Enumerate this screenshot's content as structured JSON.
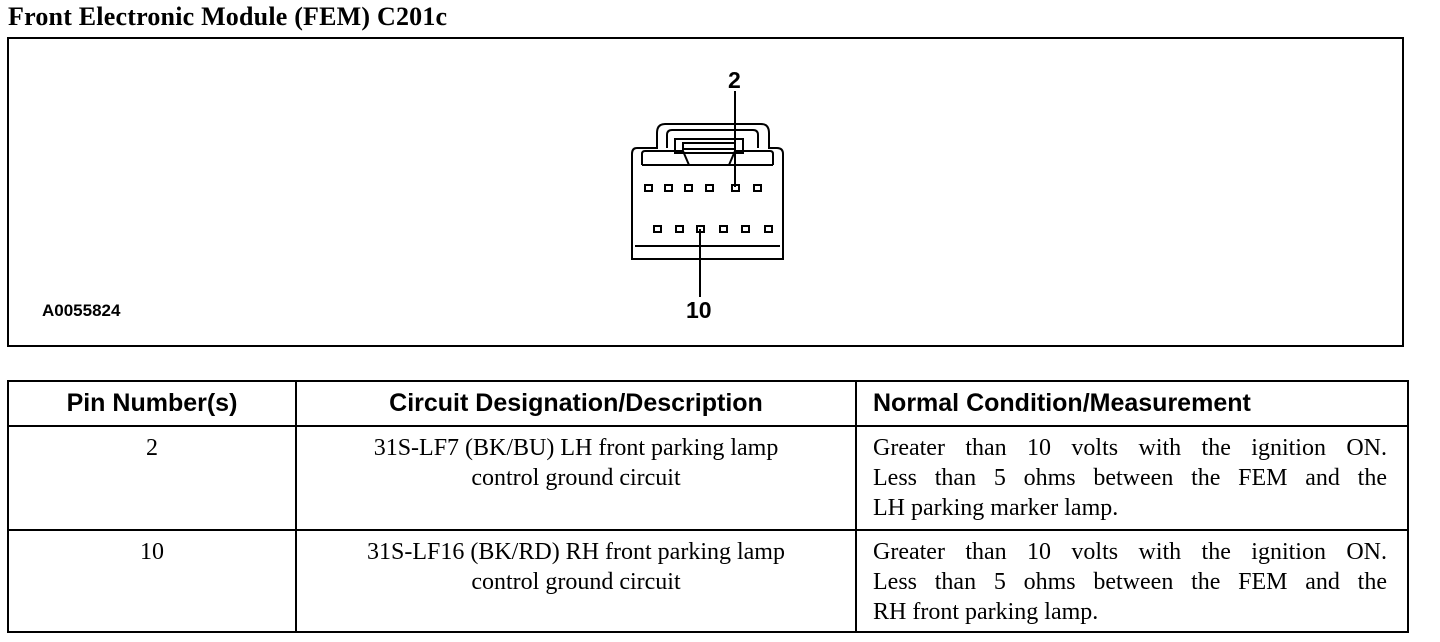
{
  "page_title": "Front Electronic Module (FEM) C201c",
  "diagram": {
    "figure_id": "A0055824",
    "pin_top_label": "2",
    "pin_bottom_label": "10"
  },
  "table": {
    "headers": [
      "Pin Number(s)",
      "Circuit Designation/Description",
      "Normal Condition/Measurement"
    ],
    "rows": [
      {
        "pin": "2",
        "circuit_lines": [
          "31S-LF7 (BK/BU) LH front parking lamp",
          "control ground circuit"
        ],
        "condition_lines": [
          "Greater than 10 volts with the ignition ON.",
          "Less than 5 ohms between the FEM and the",
          "LH parking marker lamp."
        ]
      },
      {
        "pin": "10",
        "circuit_lines": [
          "31S-LF16 (BK/RD) RH front parking lamp",
          "control ground circuit"
        ],
        "condition_lines": [
          "Greater than 10 volts with the ignition ON.",
          "Less than 5 ohms between the FEM and the",
          "RH front parking lamp."
        ]
      }
    ]
  }
}
